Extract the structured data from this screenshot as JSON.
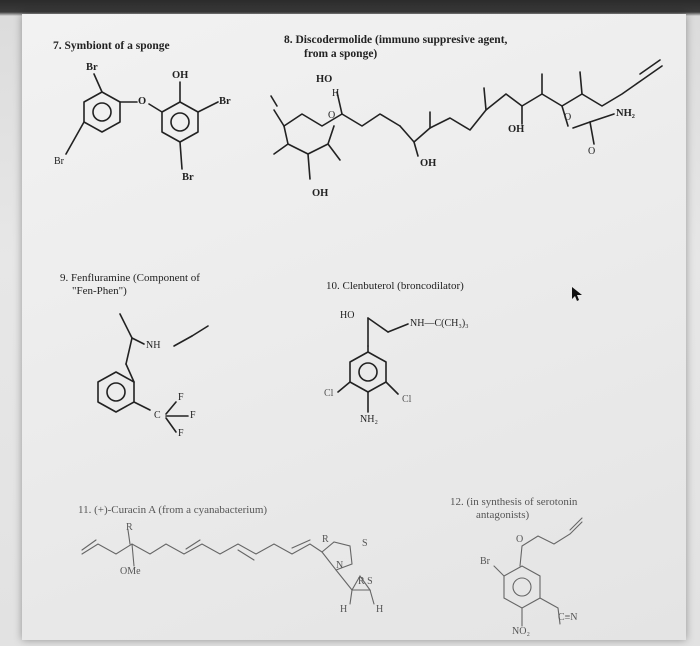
{
  "compounds": [
    {
      "title": "7. Symbiont of a sponge",
      "atoms": {
        "br_top": "Br",
        "oh": "OH",
        "o_link": "O",
        "br_right": "Br",
        "br_left": "Br",
        "br_bottom": "Br"
      }
    },
    {
      "title_line1": "8. Discodermolide (immuno suppresive agent,",
      "title_line2": "from a sponge)",
      "atoms": {
        "ho": "HO",
        "h": "H",
        "o_ring": "O",
        "oh_bottom": "OH",
        "oh_mid": "OH",
        "oh_right": "OH",
        "o_ester": "O",
        "nh2": "NH₂",
        "o_carbonyl": "O"
      }
    },
    {
      "title_line1": "9. Fenfluramine (Component of",
      "title_line2": "\"Fen-Phen\")",
      "atoms": {
        "nh": "NH",
        "c": "C",
        "f1": "F",
        "f2": "F",
        "f3": "F"
      }
    },
    {
      "title": "10. Clenbuterol (broncodilator)",
      "atoms": {
        "ho": "HO",
        "nh": "NH—C(CH₃)₃",
        "cl_left": "Cl",
        "cl_right": "Cl",
        "nh2": "NH₂"
      }
    },
    {
      "title": "11. (+)-Curacin A (from a cyanabacterium)",
      "atoms": {
        "r": "R",
        "ome": "OMe",
        "r2": "R",
        "s": "S",
        "n": "N",
        "rs": "R S",
        "h1": "H",
        "h2": "H"
      }
    },
    {
      "title_line1": "12. (in synthesis of serotonin",
      "title_line2": "antagonists)",
      "atoms": {
        "o": "O",
        "br": "Br",
        "no2": "NO₂",
        "cn": "C≡N"
      }
    }
  ]
}
